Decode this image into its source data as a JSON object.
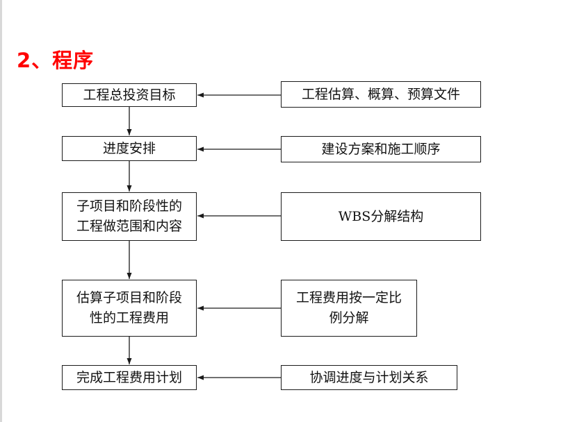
{
  "title": "2、程序",
  "left_steps": [
    {
      "label": "工程总投资目标"
    },
    {
      "label": "进度安排"
    },
    {
      "label": "子项目和阶段性的\n工程做范围和内容"
    },
    {
      "label": "估算子项目和阶段\n性的工程费用"
    },
    {
      "label": "完成工程费用计划"
    }
  ],
  "right_inputs": [
    {
      "label": "工程估算、概算、预算文件"
    },
    {
      "label": "建设方案和施工顺序"
    },
    {
      "label": "WBS分解结构"
    },
    {
      "label": "工程费用按一定比\n例分解"
    },
    {
      "label": "协调进度与计划关系"
    }
  ],
  "colors": {
    "title": "#ff0000",
    "line": "#1a1a1a"
  }
}
